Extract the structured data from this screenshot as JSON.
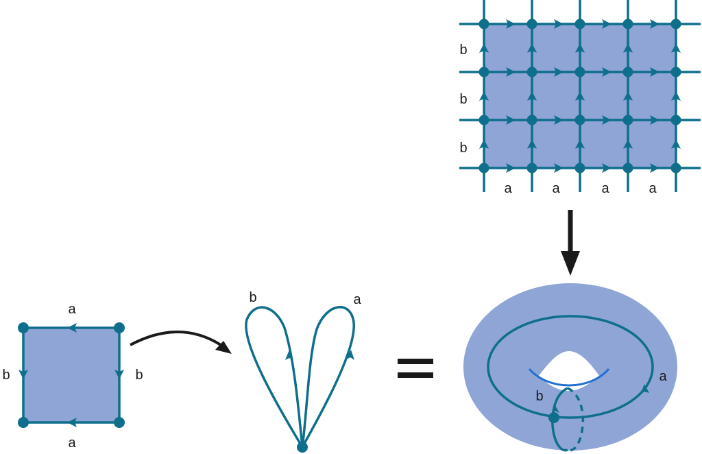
{
  "colors": {
    "line": "#0e6e8c",
    "fill": "#8fa5d6",
    "arrow": "#1a1a1a",
    "highlight": "#1f6fd1",
    "background": "#ffffff"
  },
  "square": {
    "top_label": "a",
    "bottom_label": "a",
    "left_label": "b",
    "right_label": "b"
  },
  "bouquet": {
    "left_loop_label": "b",
    "right_loop_label": "a"
  },
  "equals_sign": "=",
  "grid": {
    "row_labels": [
      "b",
      "b",
      "b"
    ],
    "col_labels": [
      "a",
      "a",
      "a",
      "a"
    ]
  },
  "torus": {
    "meridian_label": "b",
    "longitude_label": "a"
  }
}
